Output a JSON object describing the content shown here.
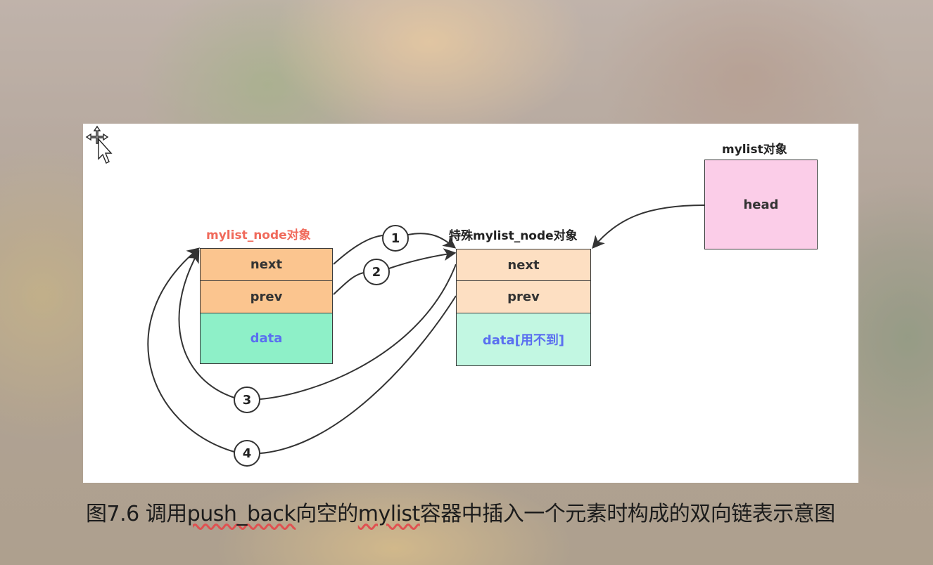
{
  "diagram": {
    "node_title": "mylist_node对象",
    "special_node_title": "特殊mylist_node对象",
    "list_object_title": "mylist对象",
    "node_fields": {
      "next": "next",
      "prev": "prev",
      "data": "data"
    },
    "special_fields": {
      "next": "next",
      "prev": "prev",
      "data": "data[用不到]"
    },
    "list_fields": {
      "head": "head"
    },
    "step_labels": [
      "1",
      "2",
      "3",
      "4"
    ],
    "colors": {
      "node_title": "#f06a5b",
      "node_pointer_fill": "#fbc58f",
      "node_data_fill": "#8ef0c8",
      "special_pointer_fill": "#fddfc2",
      "special_data_fill": "#c2f7e2",
      "head_fill": "#fbcde8",
      "data_text": "#5a6ff0"
    }
  },
  "caption": {
    "prefix": "图7.6 调用",
    "func": "push_back",
    "mid1": "向空的",
    "cls": "mylist",
    "rest": "容器中插入一个元素时构成的双向链表示意图"
  }
}
